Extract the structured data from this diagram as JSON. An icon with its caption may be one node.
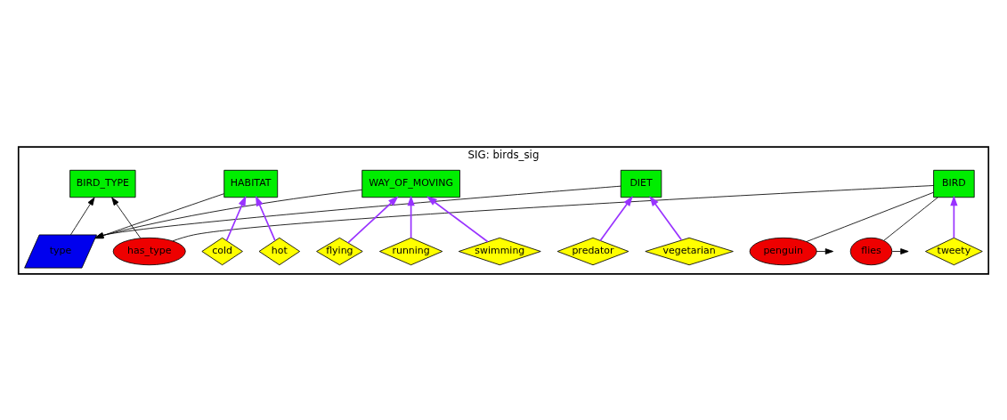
{
  "diagram": {
    "nodes": [
      {
        "text": [
          "SIG: birds_sig"
        ]
      },
      {
        "text": [
          "BIRD"
        ],
        "in": 0
      },
      {
        "text": [
          "DIET"
        ],
        "in": 0
      },
      {
        "text": [
          "WAY_OF_MOVING"
        ],
        "in": 0
      },
      {
        "text": [
          "HABITAT"
        ],
        "in": 0
      },
      {
        "text": [
          "BIRD_TYPE"
        ],
        "in": 0
      },
      {
        "text": [
          "type"
        ],
        "in": 0
      },
      {
        "text": [
          "penguin"
        ],
        "in": 0
      },
      {
        "text": [
          "flies"
        ],
        "in": 0
      },
      {
        "text": [
          "has_type"
        ],
        "in": 0
      },
      {
        "text": [
          "tweety"
        ],
        "in": 0
      },
      {
        "text": [
          "predator"
        ],
        "in": 0
      },
      {
        "text": [
          "vegetarian"
        ],
        "in": 0
      },
      {
        "text": [
          "flying"
        ],
        "in": 0
      },
      {
        "text": [
          "running"
        ],
        "in": 0
      },
      {
        "text": [
          "swimming"
        ],
        "in": 0
      },
      {
        "text": [
          "cold"
        ],
        "in": 0
      },
      {
        "text": [
          "hot"
        ],
        "in": 0
      }
    ],
    "edges": [
      {
        "from": 1,
        "to": 7,
        "arrow": "none"
      },
      {
        "from": 7,
        "to": null,
        "arrow": "to"
      },
      {
        "from": 1,
        "to": 8,
        "arrow": "none"
      },
      {
        "from": 8,
        "to": null,
        "arrow": "to"
      },
      {
        "from": 1,
        "to": 9,
        "arrow": "none"
      },
      {
        "from": 9,
        "to": 5,
        "arrow": "to"
      },
      {
        "from": 2,
        "to": 6,
        "arrow": "to"
      },
      {
        "from": 3,
        "to": 6,
        "arrow": "to"
      },
      {
        "from": 4,
        "to": 6,
        "arrow": "to"
      },
      {
        "from": 6,
        "to": 5,
        "arrow": "to"
      },
      {
        "from": 10,
        "to": 1,
        "arrow": "to",
        "color": "#9933ff"
      },
      {
        "from": 11,
        "to": 2,
        "arrow": "to",
        "color": "#9933ff"
      },
      {
        "from": 12,
        "to": 2,
        "arrow": "to",
        "color": "#9933ff"
      },
      {
        "from": 13,
        "to": 3,
        "arrow": "to",
        "color": "#9933ff"
      },
      {
        "from": 14,
        "to": 3,
        "arrow": "to",
        "color": "#9933ff"
      },
      {
        "from": 15,
        "to": 3,
        "arrow": "to",
        "color": "#9933ff"
      },
      {
        "from": 16,
        "to": 4,
        "arrow": "to",
        "color": "#9933ff"
      },
      {
        "from": 17,
        "to": 4,
        "arrow": "to",
        "color": "#9933ff"
      }
    ]
  }
}
